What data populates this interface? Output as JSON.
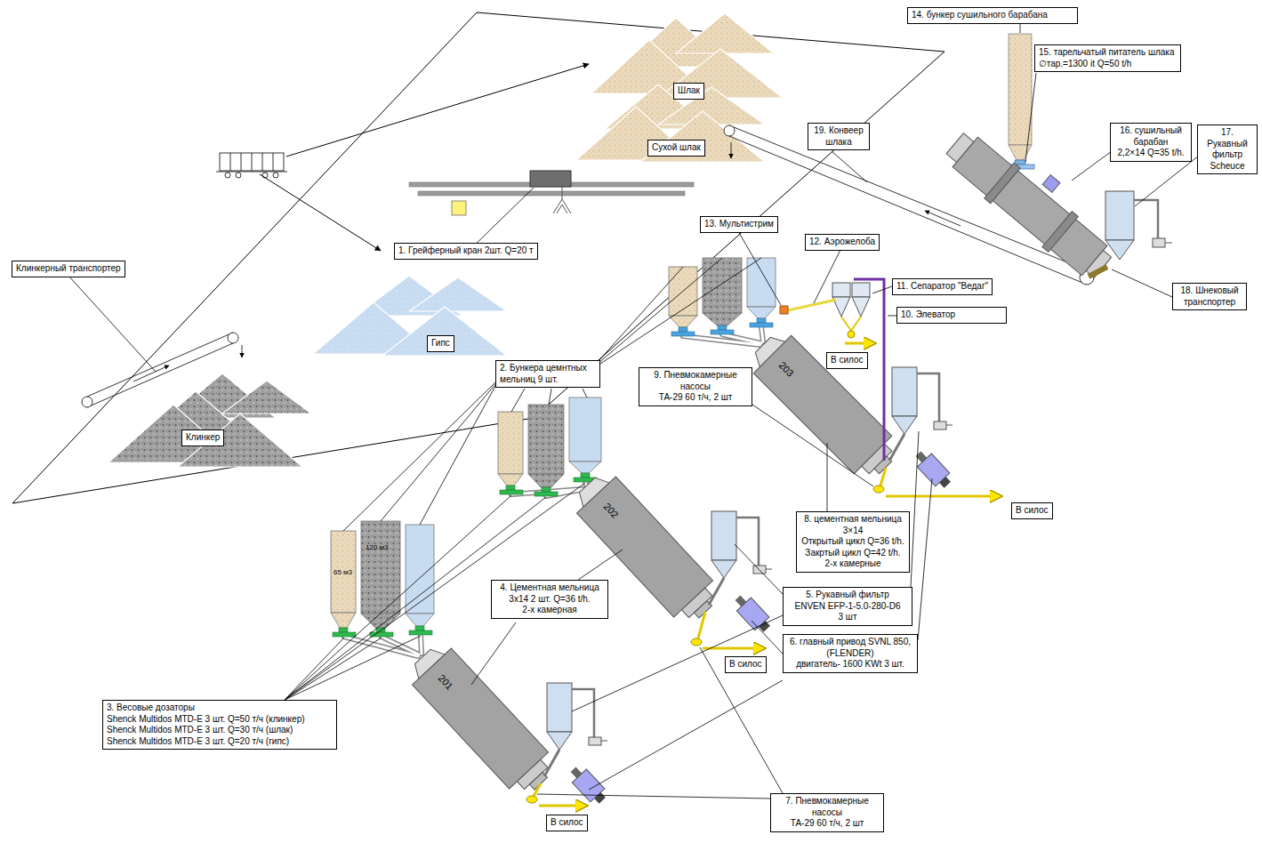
{
  "diagram": {
    "nodes": [
      {
        "text": [
          "14. бункер сушильного барабана"
        ]
      },
      {
        "text": [
          "15. тарельчатый питатель шлака",
          "∅тар.=1300 it Q=50 t/h"
        ]
      },
      {
        "text": [
          "Шлак"
        ]
      },
      {
        "text": [
          "Сухой шлак"
        ]
      },
      {
        "text": [
          "19. Конвеер шлака"
        ]
      },
      {
        "text": [
          "16. сушильный барабан",
          "2,2×14 Q=35 t/h."
        ]
      },
      {
        "text": [
          "17. Рукавный фильтр Scheuce"
        ]
      },
      {
        "text": [
          "1. Грейферный кран 2шт. Q=20 т"
        ]
      },
      {
        "text": [
          "13. Мультистрим"
        ]
      },
      {
        "text": [
          "12. Аэрожелоба"
        ]
      },
      {
        "text": [
          "Клинкерный транспортер"
        ]
      },
      {
        "text": [
          "11. Сепаратор \"Ведаг\""
        ]
      },
      {
        "text": [
          "10. Элеватор"
        ]
      },
      {
        "text": [
          "18. Шнековый транспортер"
        ]
      },
      {
        "text": [
          "Гипс"
        ]
      },
      {
        "text": [
          "В силос"
        ]
      },
      {
        "text": [
          "2. Бункера цемнтных мельниц 9 шт."
        ]
      },
      {
        "text": [
          "9. Пневмокамерные насосы",
          "ТА-29 60 т/ч, 2 шт"
        ]
      },
      {
        "text": [
          "Клинкер"
        ]
      },
      {
        "text": [
          "В силос"
        ]
      },
      {
        "text": [
          "8. цементная мельница",
          "3×14",
          "Открытый цикл Q=36 t/h.",
          "Закртый цикл Q=42 t/h.",
          "2-х камерные"
        ]
      },
      {
        "text": [
          "5. Рукавный фильтр",
          "ENVEN EFP-1-5.0-280-D6",
          "3 шт"
        ]
      },
      {
        "text": [
          "4. Цементная мельница",
          "3х14 2 шт. Q=36 t/h.",
          "2-х камерная"
        ]
      },
      {
        "text": [
          "6. главный привод SVNL 850, (FLENDER)",
          "двигатель- 1600 KWt 3 шт."
        ]
      },
      {
        "text": [
          "В силос"
        ]
      },
      {
        "text": [
          "3. Весовые дозаторы",
          "Shenck Multidos MTD-E 3 шт. Q=50 т/ч (клинкер)",
          "Shenck Multidos MTD-E 3 шт. Q=30 т/ч (шлак)",
          "Shenck Multidos MTD-E 3 шт. Q=20 т/ч (гипс)"
        ]
      },
      {
        "text": [
          "В силос"
        ]
      },
      {
        "text": [
          "7. Пневмокамерные насосы",
          "ТА-29 60 т/ч, 2 шт"
        ]
      }
    ],
    "labels": [
      "203",
      "202",
      "120 м3",
      "65 м3",
      "201"
    ]
  }
}
